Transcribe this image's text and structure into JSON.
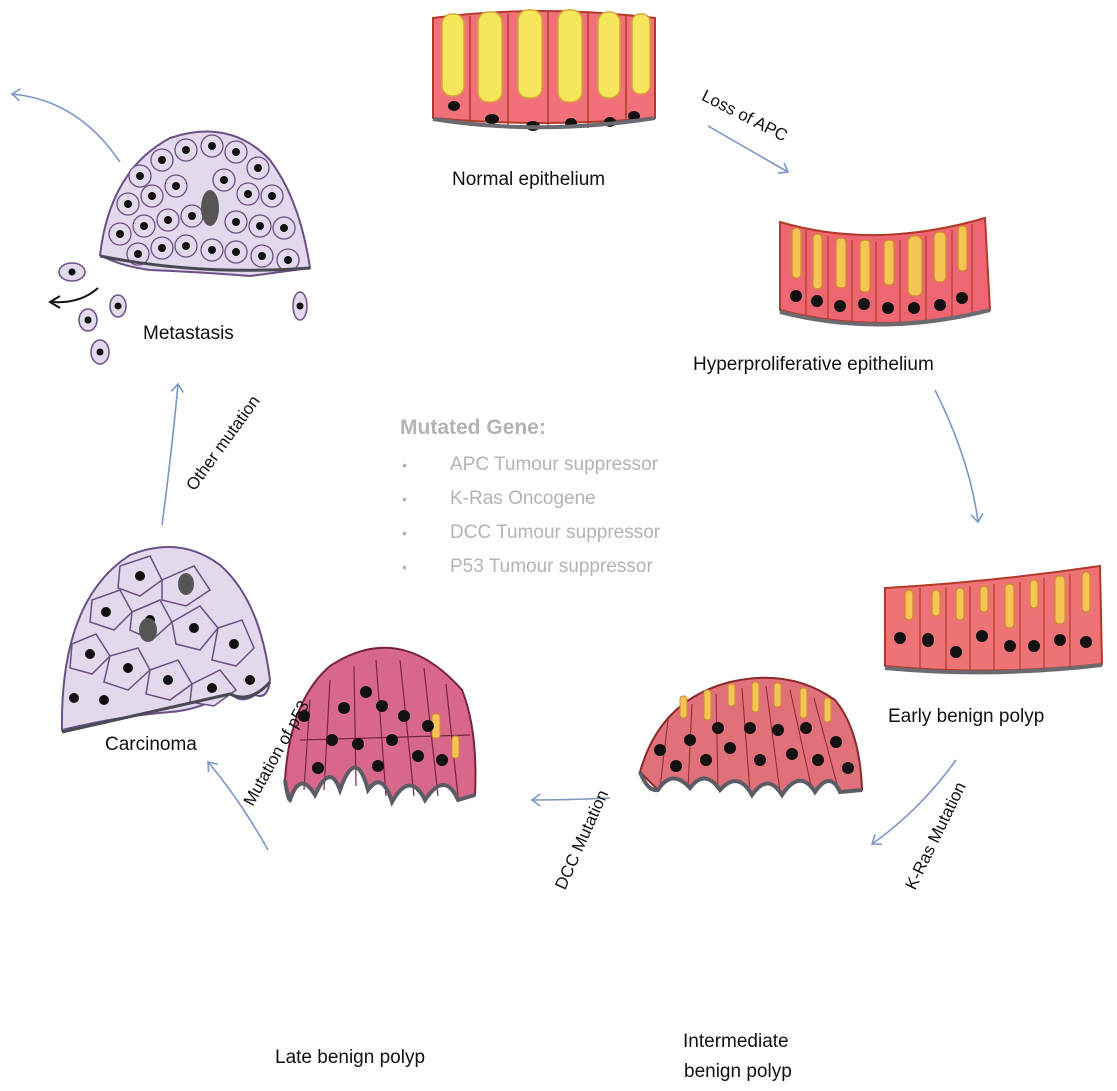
{
  "stages": {
    "normal": "Normal epithelium",
    "hyper": "Hyperproliferative epithelium",
    "early": "Early benign polyp",
    "intermediate_line1": "Intermediate",
    "intermediate_line2": "benign polyp",
    "late": "Late benign polyp",
    "carcinoma": "Carcinoma",
    "metastasis": "Metastasis"
  },
  "transitions": {
    "loss_apc": "Loss of APC",
    "kras": "K-Ras Mutation",
    "dcc": "DCC Mutation",
    "p53": "Mutation of p53",
    "other": "Other mutation"
  },
  "legend": {
    "title": "Mutated Gene:",
    "items": [
      "APC Tumour suppressor",
      "K-Ras Oncogene",
      "DCC Tumour suppressor",
      "P53 Tumour suppressor"
    ]
  },
  "colors": {
    "arrow": "#7b96c4",
    "normal_fill": "#f2707a",
    "normal_vacuole": "#f5e65c",
    "polyp_fill": "#d9606f",
    "cancer_fill": "#e3d9ec",
    "cancer_stroke": "#6b4f86",
    "nucleus": "#111111",
    "basement": "#6a6a70"
  }
}
